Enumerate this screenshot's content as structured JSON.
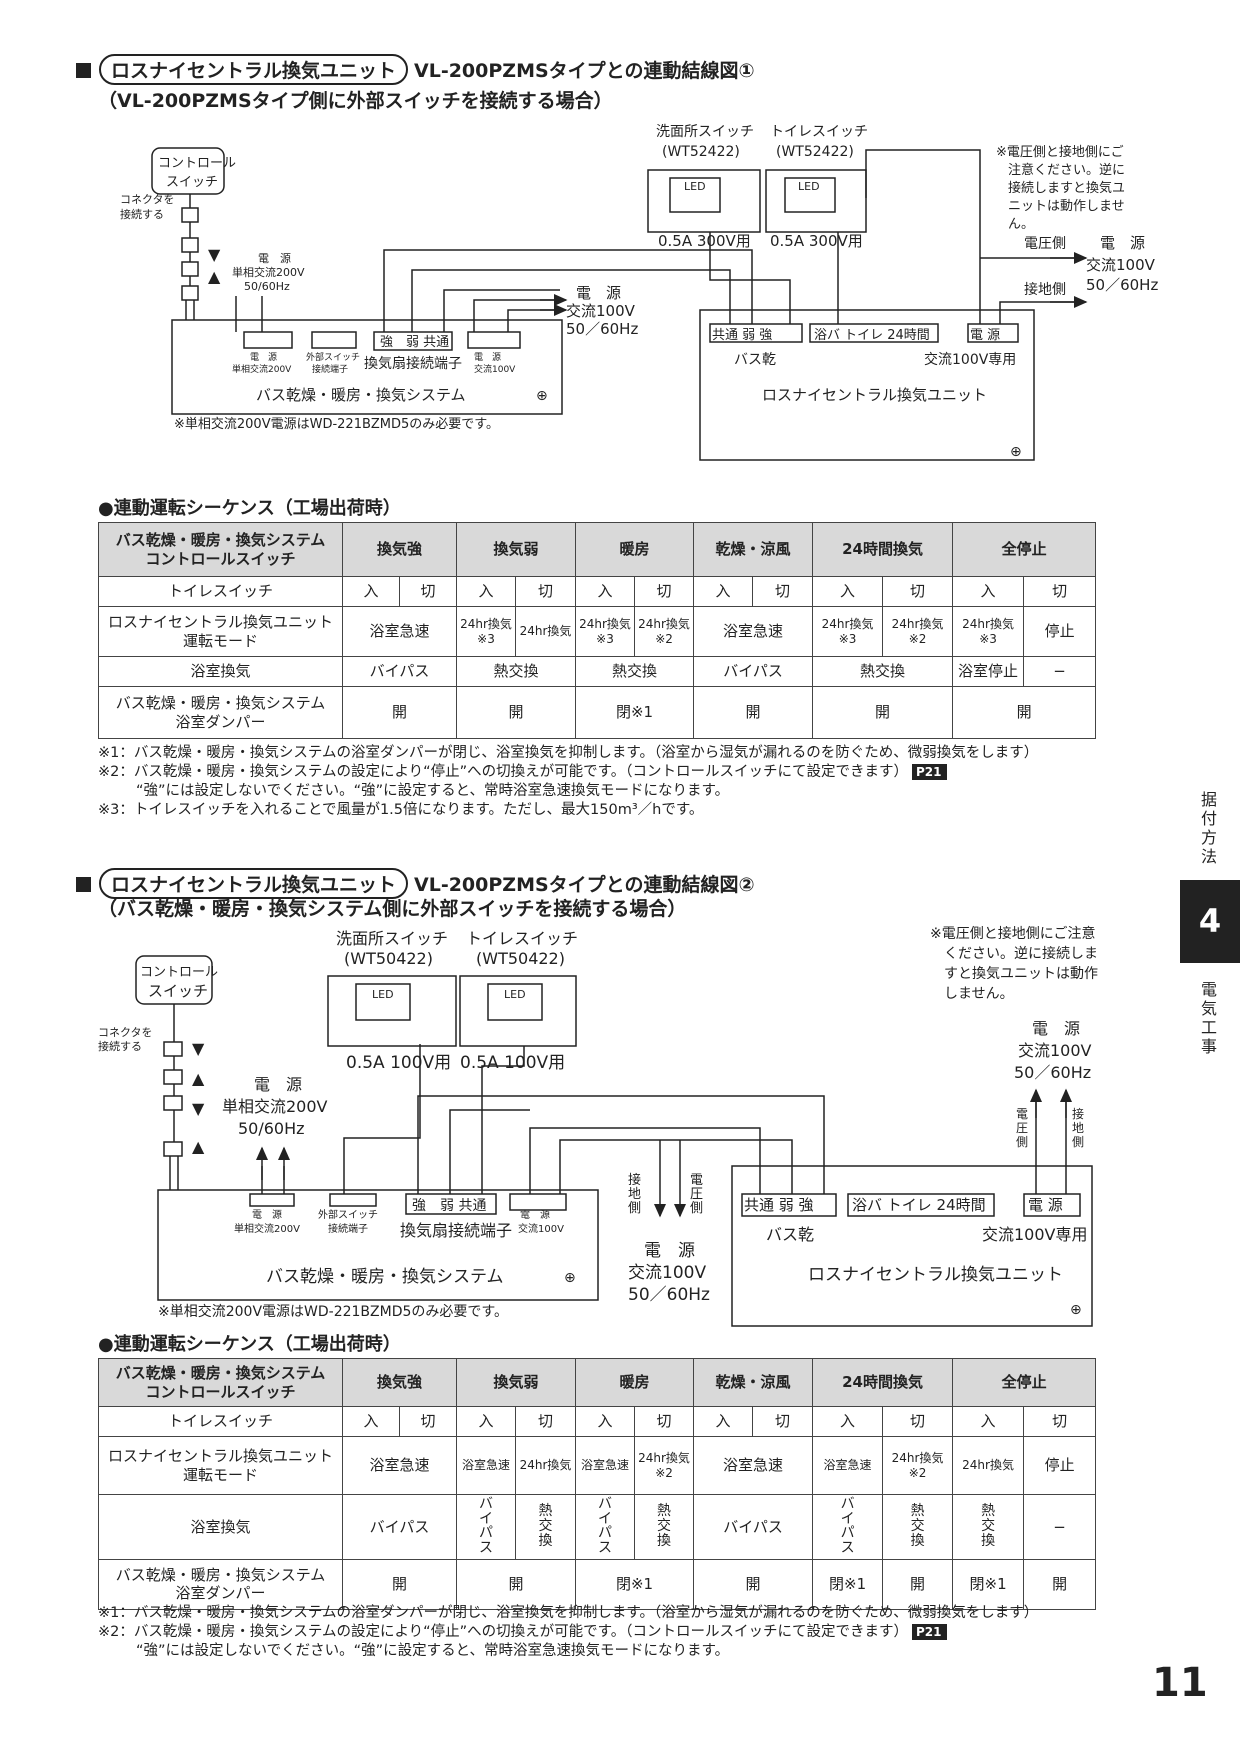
{
  "section1": {
    "heading_pill": "ロスナイセントラル換気ユニット",
    "heading_rest": "VL-200PZMSタイプとの連動結線図①",
    "subheading": "（VL-200PZMSタイプ側に外部スイッチを接続する場合）",
    "diagram": {
      "control_switch": "コントロール\nスイッチ",
      "connector_note": "コネクタを\n接続する",
      "sink_switch_title": "洗面所スイッチ",
      "sink_switch_model": "(WT52422)",
      "toilet_switch_title": "トイレスイッチ",
      "toilet_switch_model": "(WT52422)",
      "led": "LED",
      "rating": "0.5A 300V用",
      "caution": "※電圧側と接地側にご\n注意ください。逆に\n接続しますと換気ユ\nニットは動作しませ\nん。",
      "voltage_side": "電圧側",
      "ground_side": "接地側",
      "power_label": "電　源",
      "power_ac100": "交流100V",
      "power_hz": "50／60Hz",
      "power_200_title": "電　源",
      "power_200": "単相交流200V",
      "power_200_hz": "50/60Hz",
      "bath_terminal_power_top": "電　源",
      "bath_terminal_power_bottom": "単相交流200V",
      "bath_terminal_ext_top": "外部スイッチ",
      "bath_terminal_ext_bottom": "接続端子",
      "fan_terminals": [
        "強",
        "弱",
        "共通"
      ],
      "fan_terminal_label": "換気扇接続端子",
      "bath_terminal_ac100_top": "電　源",
      "bath_terminal_ac100_bottom": "交流100V",
      "bath_unit": "バス乾燥・暖房・換気システム",
      "footnote": "※単相交流200V電源はWD-221BZMD5のみ必要です。",
      "ros_terminals_left": [
        "共通",
        "弱",
        "強"
      ],
      "ros_terminals_mid": [
        "浴バ",
        "トイレ",
        "24時間"
      ],
      "ros_terminals_right": [
        "電",
        "源"
      ],
      "ros_bath_label": "バス乾",
      "ros_ac_label": "交流100V専用",
      "ros_unit": "ロスナイセントラル換気ユニット"
    },
    "seq_title": "●連動運転シーケンス（工場出荷時）",
    "table": {
      "corner": "バス乾燥・暖房・換気システム\nコントロールスイッチ",
      "modes": [
        "換気強",
        "換気弱",
        "暖房",
        "乾燥・涼風",
        "24時間換気",
        "全停止"
      ],
      "row_toilet_label": "トイレスイッチ",
      "toilet": [
        "入",
        "切",
        "入",
        "切",
        "入",
        "切",
        "入",
        "切",
        "入",
        "切",
        "入",
        "切"
      ],
      "row_mode_label": "ロスナイセントラル換気ユニット\n運転モード",
      "row_exchange_label": "浴室換気",
      "row_damper_label": "バス乾燥・暖房・換気システム\n浴室ダンパー",
      "c_bath_rapid": "浴室急速",
      "c_24_3": "24hr換気\n※3",
      "c_24": "24hr換気",
      "c_24_2": "24hr換気\n※2",
      "c_stop": "停止",
      "c_bypass": "バイパス",
      "c_heat": "熱交換",
      "c_bath_stop": "浴室停止",
      "c_dash": "−",
      "c_open": "開",
      "c_closed1": "閉※1"
    },
    "notes": [
      "※1：バス乾燥・暖房・換気システムの浴室ダンパーが閉じ、浴室換気を抑制します。（浴室から湿気が漏れるのを防ぐため、微弱換気をします）",
      "※2：バス乾燥・暖房・換気システムの設定により“停止”への切換えが可能です。（コントロールスイッチにて設定できます）",
      "“強”には設定しないでください。“強”に設定すると、常時浴室急速換気モードになります。",
      "※3：トイレスイッチを入れることで風量が1.5倍になります。ただし、最大150m³／hです。"
    ],
    "ref": "P21"
  },
  "section2": {
    "heading_pill": "ロスナイセントラル換気ユニット",
    "heading_rest": "VL-200PZMSタイプとの連動結線図②",
    "subheading": "（バス乾燥・暖房・換気システム側に外部スイッチを接続する場合）",
    "diagram": {
      "control_switch": "コントロール\nスイッチ",
      "connector_note": "コネクタを\n接続する",
      "sink_switch_title": "洗面所スイッチ",
      "sink_switch_model": "(WT50422)",
      "toilet_switch_title": "トイレスイッチ",
      "toilet_switch_model": "(WT50422)",
      "led": "LED",
      "rating": "0.5A 100V用",
      "caution": "※電圧側と接地側にご注意\nください。逆に接続しま\nすと換気ユニットは動作\nしません。",
      "power_label": "電　源",
      "power_ac100": "交流100V",
      "power_hz": "50／60Hz",
      "voltage_side_v": "電圧側",
      "ground_side_v": "接地側",
      "power_200_title": "電　源",
      "power_200": "単相交流200V",
      "power_200_hz": "50/60Hz",
      "bath_terminal_power_top": "電　源",
      "bath_terminal_power_bottom": "単相交流200V",
      "bath_terminal_ext_top": "外部スイッチ",
      "bath_terminal_ext_bottom": "接続端子",
      "fan_terminals": [
        "強",
        "弱",
        "共通"
      ],
      "fan_terminal_label": "換気扇接続端子",
      "bath_terminal_ac100_top": "電　源",
      "bath_terminal_ac100_bottom": "交流100V",
      "bath_unit": "バス乾燥・暖房・換気システム",
      "footnote": "※単相交流200V電源はWD-221BZMD5のみ必要です。",
      "ros_terminals_left": [
        "共通",
        "弱",
        "強"
      ],
      "ros_terminals_mid": [
        "浴バ",
        "トイレ",
        "24時間"
      ],
      "ros_terminals_right": [
        "電",
        "源"
      ],
      "ros_bath_label": "バス乾",
      "ros_ac_label": "交流100V専用",
      "ros_unit": "ロスナイセントラル換気ユニット"
    },
    "seq_title": "●連動運転シーケンス（工場出荷時）",
    "table": {
      "corner": "バス乾燥・暖房・換気システム\nコントロールスイッチ",
      "modes": [
        "換気強",
        "換気弱",
        "暖房",
        "乾燥・涼風",
        "24時間換気",
        "全停止"
      ],
      "row_toilet_label": "トイレスイッチ",
      "toilet": [
        "入",
        "切",
        "入",
        "切",
        "入",
        "切",
        "入",
        "切",
        "入",
        "切",
        "入",
        "切"
      ],
      "row_mode_label": "ロスナイセントラル換気ユニット\n運転モード",
      "row_exchange_label": "浴室換気",
      "row_damper_label": "バス乾燥・暖房・換気システム\n浴室ダンパー",
      "c_bath_rapid": "浴室急速",
      "c_24": "24hr換気",
      "c_24_2": "24hr換気\n※2",
      "c_stop": "停止",
      "c_bypass": "バイパス",
      "c_heat": "熱交換",
      "c_dash": "−",
      "c_open": "開",
      "c_closed1": "閉※1"
    },
    "notes": [
      "※1：バス乾燥・暖房・換気システムの浴室ダンパーが閉じ、浴室換気を抑制します。（浴室から湿気が漏れるのを防ぐため、微弱換気をします）",
      "※2：バス乾燥・暖房・換気システムの設定により“停止”への切換えが可能です。（コントロールスイッチにて設定できます）",
      "“強”には設定しないでください。“強”に設定すると、常時浴室急速換気モードになります。"
    ],
    "ref": "P21"
  },
  "sidebar": {
    "top_text": "据付方法",
    "chapter": "4",
    "bottom_text": "電気工事"
  },
  "page_number": "11"
}
